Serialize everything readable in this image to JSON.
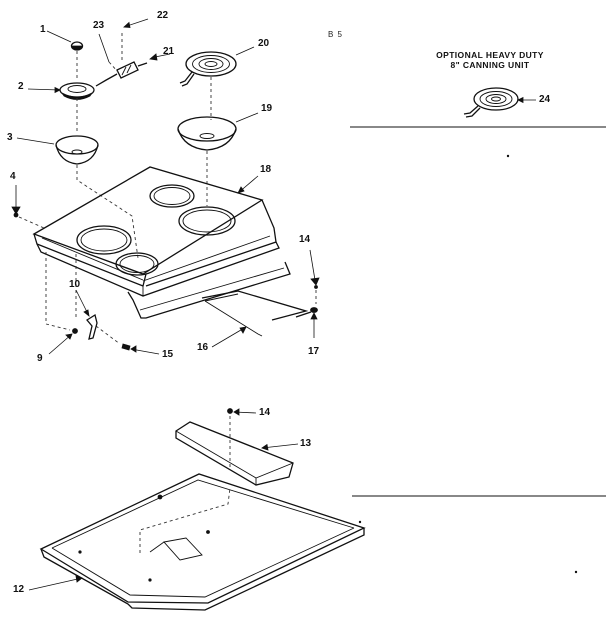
{
  "header": {
    "page_code": "B 5",
    "optional_title_line1": "OPTIONAL HEAVY DUTY",
    "optional_title_line2": "8\" CANNING UNIT"
  },
  "callouts": [
    {
      "id": "1",
      "part": "knob"
    },
    {
      "id": "2",
      "part": "knob-bezel"
    },
    {
      "id": "3",
      "part": "drip-bowl-small"
    },
    {
      "id": "4",
      "part": "screw"
    },
    {
      "id": "9",
      "part": "screw"
    },
    {
      "id": "10",
      "part": "bracket"
    },
    {
      "id": "12",
      "part": "bottom-panel"
    },
    {
      "id": "13",
      "part": "insulation-pad"
    },
    {
      "id": "14",
      "part": "screw"
    },
    {
      "id": "14",
      "part": "screw"
    },
    {
      "id": "15",
      "part": "clip"
    },
    {
      "id": "16",
      "part": "wire-harness"
    },
    {
      "id": "17",
      "part": "clip"
    },
    {
      "id": "18",
      "part": "cooktop"
    },
    {
      "id": "19",
      "part": "drip-bowl-large"
    },
    {
      "id": "20",
      "part": "surface-element"
    },
    {
      "id": "21",
      "part": "receptacle"
    },
    {
      "id": "22",
      "part": "screw"
    },
    {
      "id": "23",
      "part": "wire"
    },
    {
      "id": "24",
      "part": "canning-element"
    }
  ]
}
